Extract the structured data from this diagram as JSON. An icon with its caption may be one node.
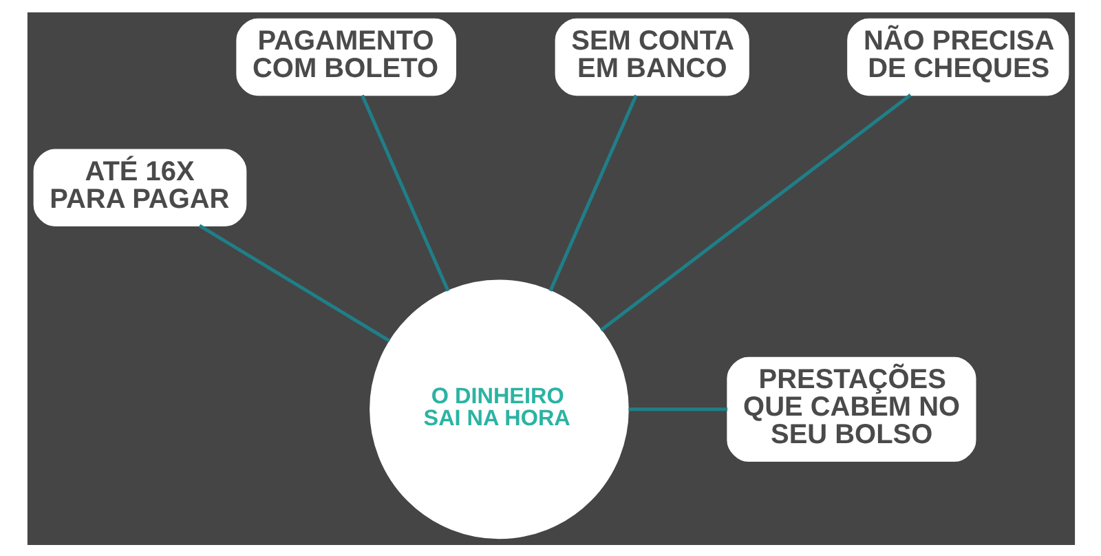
{
  "diagram": {
    "nodes": [
      {
        "text": [
          "PAGAMENTO COM BOLETO"
        ]
      },
      {
        "text": [
          "SEM CONTA EM BANCO"
        ]
      },
      {
        "text": [
          "NÃO PRECISA DE CHEQUES"
        ]
      },
      {
        "text": [
          "ATÉ 16X PARA PAGAR"
        ]
      },
      {
        "text": [
          "O DINHEIRO SAI NA HORA"
        ]
      },
      {
        "text": [
          "PRESTAÇÕES QUE CABEM NO SEU BOLSO"
        ]
      }
    ],
    "edges": [
      {
        "from": 4,
        "to": 3,
        "arrow": "none"
      },
      {
        "from": 4,
        "to": 0,
        "arrow": "none"
      },
      {
        "from": 4,
        "to": 1,
        "arrow": "none"
      },
      {
        "from": 4,
        "to": 2,
        "arrow": "none"
      },
      {
        "from": 4,
        "to": 5,
        "arrow": "none"
      }
    ]
  }
}
